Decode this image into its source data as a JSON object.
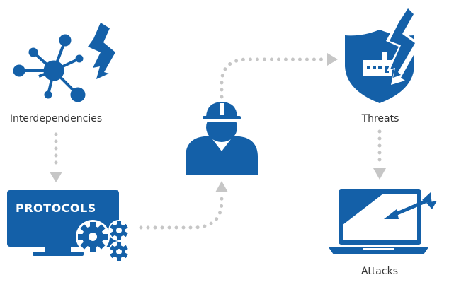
{
  "nodes": {
    "interdependencies": {
      "label": "Interdependencies"
    },
    "protocols": {
      "label": "PROTOCOLS"
    },
    "worker": {
      "label": ""
    },
    "threats": {
      "label": "Threats"
    },
    "attacks": {
      "label": "Attacks"
    }
  },
  "colors": {
    "primary": "#1460A8",
    "connector": "#C6C6C6",
    "text": "#333333",
    "background": "#FFFFFF",
    "inverse": "#FFFFFF"
  },
  "icons": {
    "interdependencies": [
      "network-hub-icon",
      "lightning-bolt-icon"
    ],
    "protocols": [
      "monitor-icon",
      "gears-icon"
    ],
    "worker": [
      "hard-hat-worker-icon"
    ],
    "threats": [
      "shield-icon",
      "factory-icon",
      "lightning-bolt-icon"
    ],
    "attacks": [
      "laptop-icon",
      "arrow-icon"
    ]
  },
  "connectors": [
    {
      "from": "interdependencies",
      "to": "protocols",
      "style": "dotted",
      "arrow": "down"
    },
    {
      "from": "protocols",
      "to": "worker",
      "style": "dotted",
      "arrow": "up"
    },
    {
      "from": "worker",
      "to": "threats",
      "style": "dotted",
      "arrow": "right"
    },
    {
      "from": "threats",
      "to": "attacks",
      "style": "dotted",
      "arrow": "down"
    }
  ]
}
